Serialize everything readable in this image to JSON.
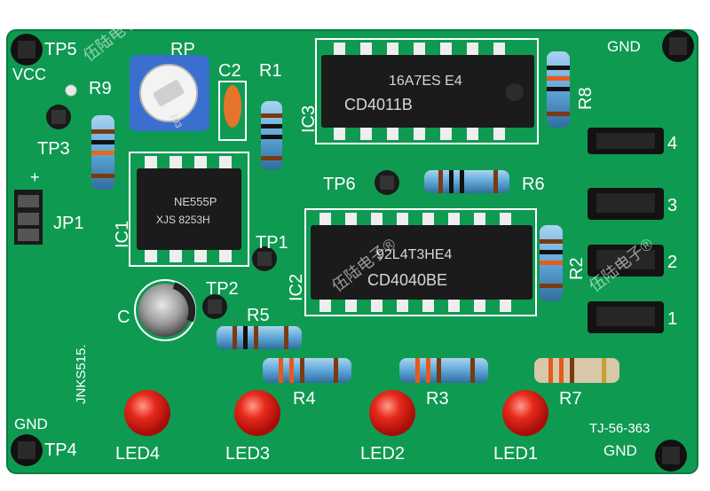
{
  "board": {
    "pcb_color": "#0f9a52",
    "labels": {
      "tp5": "TP5",
      "vcc": "VCC",
      "rp": "RP",
      "c2": "C2",
      "r1": "R1",
      "r9": "R9",
      "tp3": "TP3",
      "plus": "+",
      "jp1": "JP1",
      "ic1": "IC1",
      "tp1": "TP1",
      "tp2": "TP2",
      "r5": "R5",
      "c1": "C",
      "ic2": "IC2",
      "ic3": "IC3",
      "r8": "R8",
      "tp6": "TP6",
      "r6": "R6",
      "r2": "R2",
      "r4": "R4",
      "r3": "R3",
      "r7": "R7",
      "gnd_top": "GND",
      "gnd_left": "GND",
      "gnd_right": "GND",
      "tp4": "TP4",
      "model": "TJ-56-363",
      "jnk": "JNKS515.",
      "led4": "LED4",
      "led3": "LED3",
      "led2": "LED2",
      "led1": "LED1",
      "sw4": "4",
      "sw3": "3",
      "sw2": "2",
      "sw1": "1",
      "wm1": "伍陆电子®",
      "wm2": "伍陆电子®",
      "wm3": "伍陆电子®"
    },
    "chips": {
      "ic1_l1": "NE555P",
      "ic1_l2": "XJS 8253H",
      "ic2_l1": "92L4T3HE4",
      "ic2_l2": "CD4040BE",
      "ic3_l1": "16A7ES E4",
      "ic3_l2": "CD4011B",
      "pot_text": "103"
    }
  }
}
